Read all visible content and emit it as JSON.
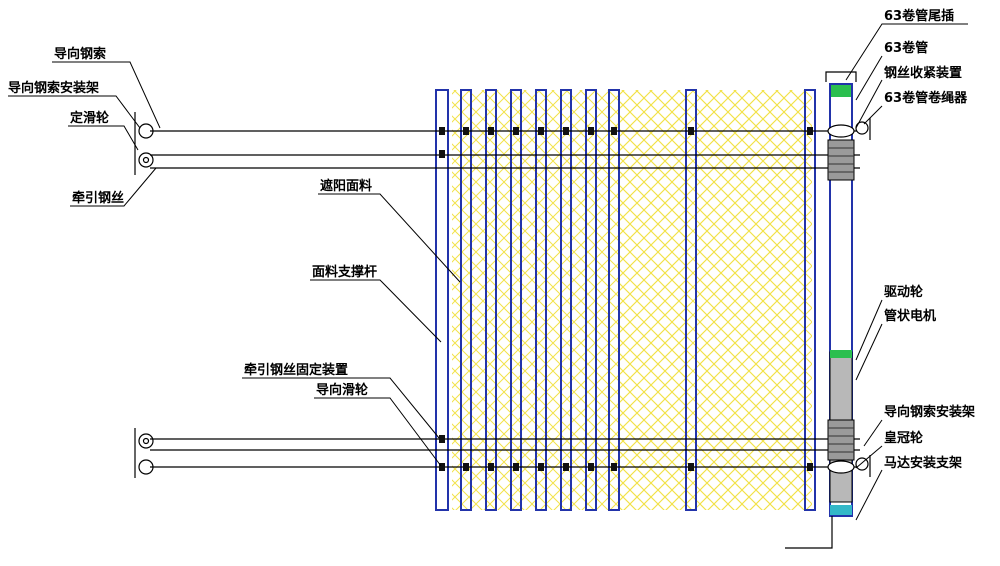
{
  "labels": {
    "guide_cable": "导向钢索",
    "guide_cable_mount_left": "导向钢索安装架",
    "fixed_pulley": "定滑轮",
    "traction_wire": "牵引钢丝",
    "shade_fabric": "遮阳面料",
    "fabric_support_rod": "面料支撑杆",
    "traction_wire_fixing": "牵引钢丝固定装置",
    "guide_pulley": "导向滑轮",
    "tube_end_plug": "63卷管尾插",
    "tube_63": "63卷管",
    "wire_tensioner": "钢丝收紧装置",
    "tube_rope_reel": "63卷管卷绳器",
    "drive_wheel": "驱动轮",
    "tubular_motor": "管状电机",
    "guide_cable_mount_right": "导向钢索安装架",
    "crown_wheel": "皇冠轮",
    "motor_bracket": "马达安装支架"
  },
  "colors": {
    "line": "#000000",
    "rod": "#2233aa",
    "fabric": "#f2e24a",
    "motor_body": "#b8b8b8",
    "cap_green": "#2bbf4f",
    "cap_cyan": "#33b8c8",
    "node": "#111111"
  },
  "icons": {
    "pulley": "pulley-icon",
    "node": "cable-clamp-icon"
  }
}
